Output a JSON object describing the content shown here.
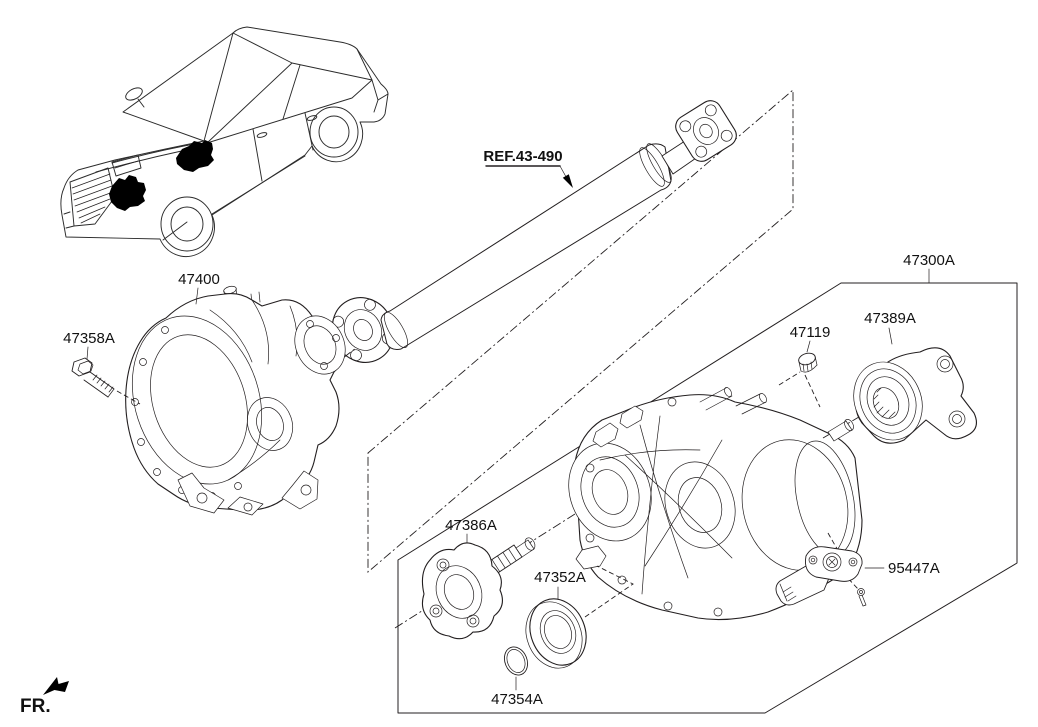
{
  "diagram": {
    "type": "automotive-parts-exploded-diagram",
    "colors": {
      "background": "#ffffff",
      "line": "#231f20",
      "highlight_marker": "#000000"
    },
    "labels": {
      "ref_shaft": "REF.43-490",
      "front_diff": "47400",
      "diff_bolt": "47358A",
      "assembly": "47300A",
      "plug": "47119",
      "companion_flange": "47389A",
      "output_flange": "47386A",
      "oil_seal": "47352A",
      "o_ring": "47354A",
      "actuator": "95447A",
      "front_marker": "FR."
    }
  }
}
